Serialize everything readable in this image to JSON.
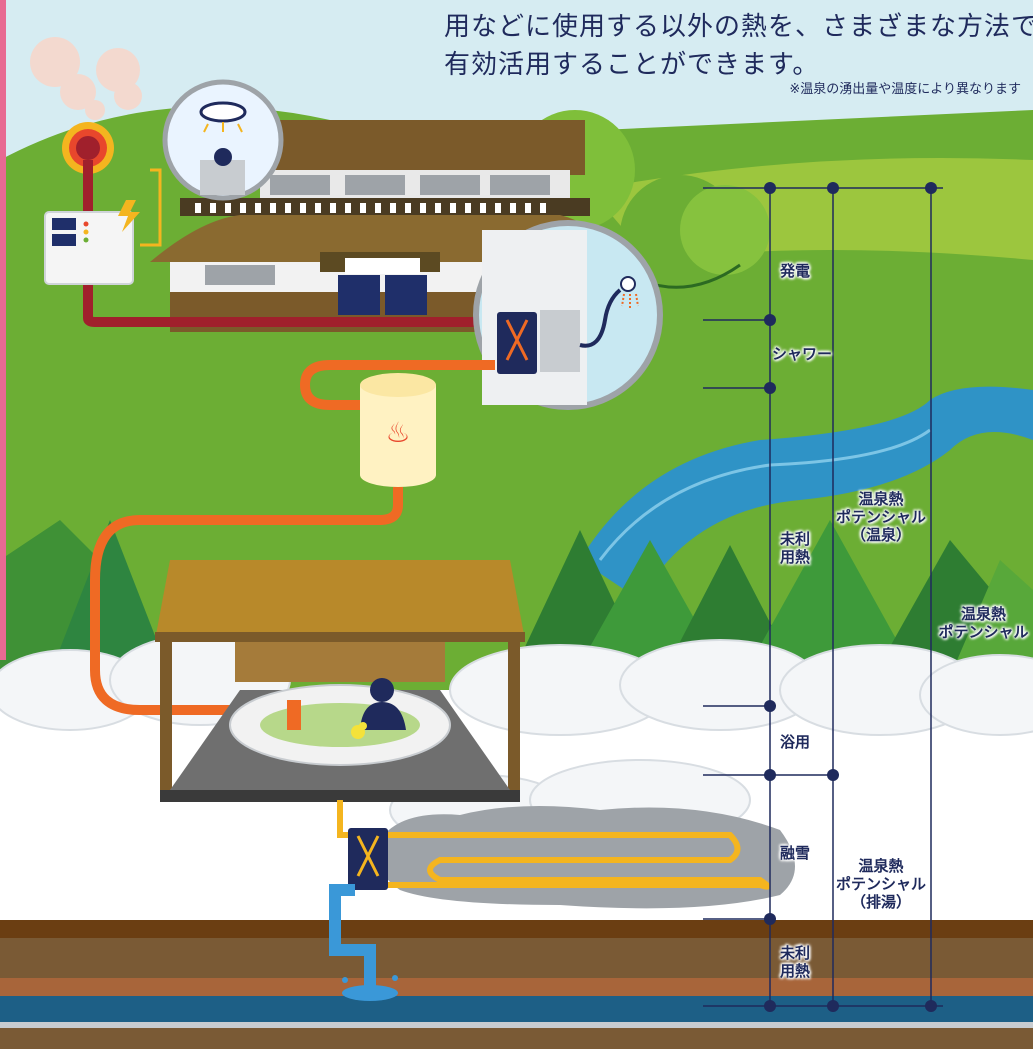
{
  "intro": {
    "line1": "用などに使用する以外の熱を、さまざまな方法で",
    "line2": "有効活用することができます。",
    "note": "※温泉の湧出量や温度により異なります"
  },
  "labels": {
    "power": "発電",
    "shower": "シャワー",
    "unused_upper_1": "未利",
    "unused_upper_2": "用熱",
    "bathing": "浴用",
    "snow_melting": "融雪",
    "unused_lower_1": "未利",
    "unused_lower_2": "用熱",
    "potential_onsen_1": "温泉熱",
    "potential_onsen_2": "ポテンシャル",
    "potential_onsen_3": "（温泉）",
    "potential_drain_1": "温泉熱",
    "potential_drain_2": "ポテンシャル",
    "potential_drain_3": "（排湯）",
    "potential_total_1": "温泉熱",
    "potential_total_2": "ポテンシャル"
  },
  "colors": {
    "hot_pipe": "#a0202c",
    "warm_pipe": "#ef6a24",
    "melt_pipe": "#f4b51f",
    "drain_pipe": "#3a98d8",
    "navy": "#1f2a5c",
    "grass": "#6cae34",
    "river": "#2f93c6"
  },
  "icons": [
    "steam-cloud-icon",
    "heat-source-ring-icon",
    "generator-icon",
    "lightning-icon",
    "lamp-icon",
    "heat-exchanger-icon",
    "shower-icon",
    "onsen-symbol-icon",
    "bather-icon",
    "duck-icon",
    "water-splash-icon"
  ]
}
